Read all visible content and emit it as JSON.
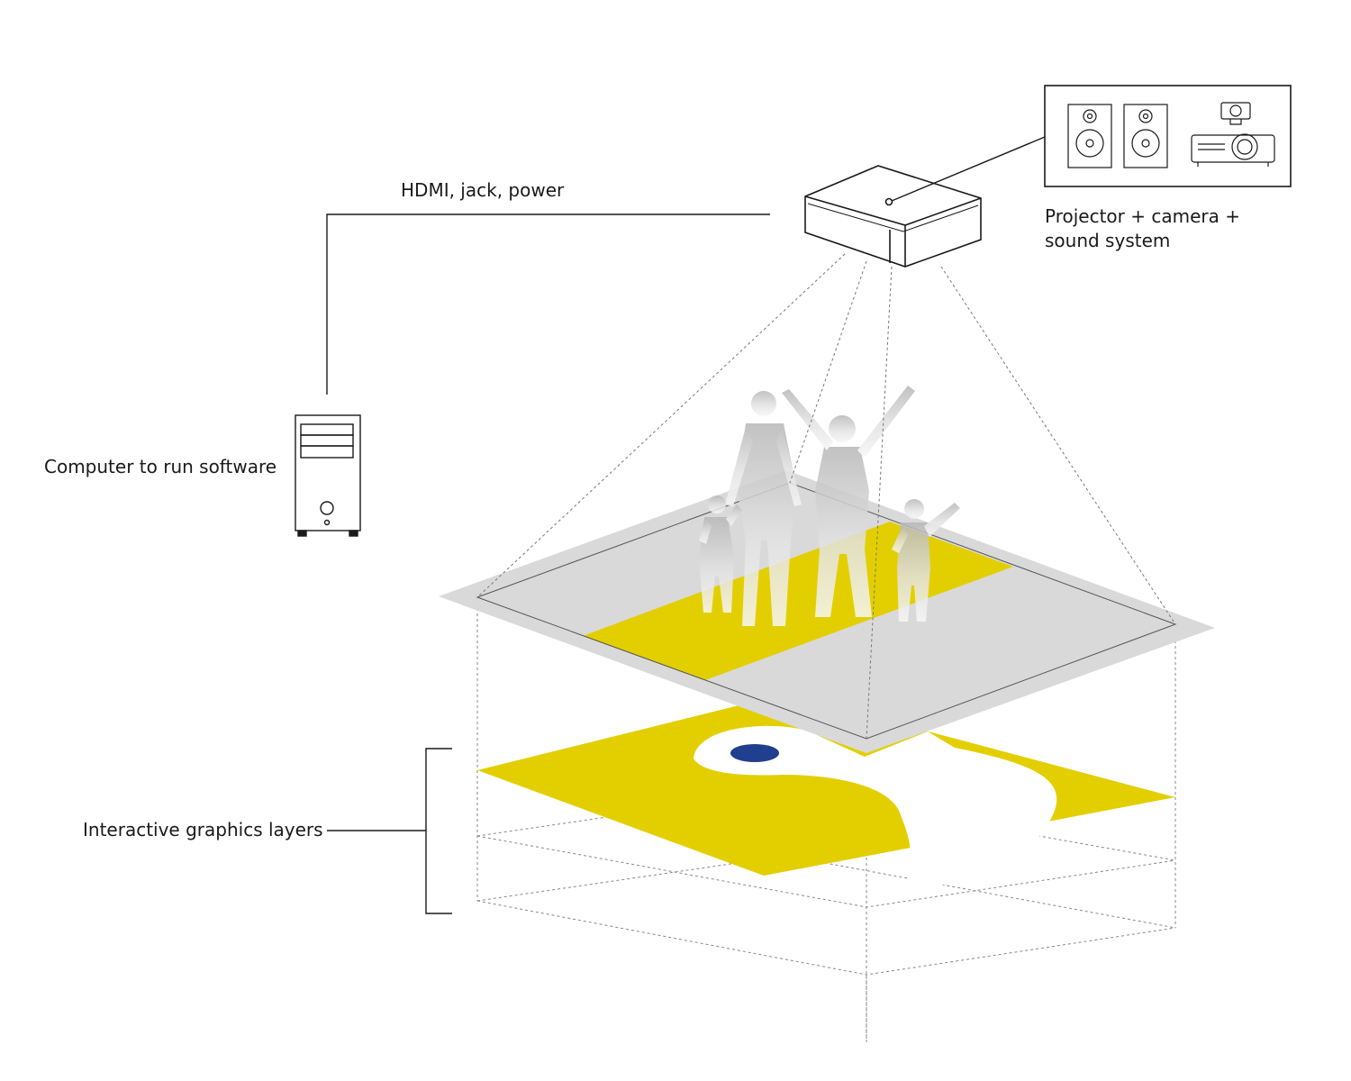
{
  "labels": {
    "hdmi": "HDMI, jack, power",
    "projector_line1": "Projector + camera +",
    "projector_line2": "sound system",
    "computer": "Computer to run software",
    "layers": "Interactive graphics layers"
  },
  "colors": {
    "yellow": "#e3cf00",
    "floor_gray": "#d9d9d9",
    "dot_blue": "#213f8f",
    "line": "#1a1a1a"
  },
  "icons": [
    "speaker-icon",
    "speaker-icon",
    "camera-icon",
    "projector-icon",
    "computer-tower-icon",
    "ceiling-unit-icon",
    "people-silhouette-icon"
  ]
}
